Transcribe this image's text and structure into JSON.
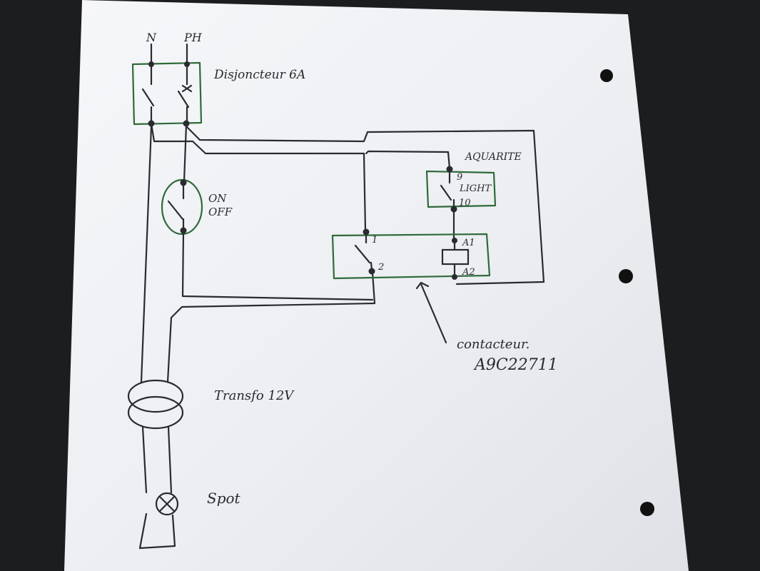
{
  "labels": {
    "neutral": "N",
    "phase": "PH",
    "breaker": "Disjoncteur 6A",
    "switch_on": "ON",
    "switch_off": "OFF",
    "aquarite": "AQUARITE",
    "light_contact_top": "9",
    "light_contact_name": "LIGHT",
    "light_contact_bottom": "10",
    "relay_terminal_1": "1",
    "relay_terminal_2": "2",
    "coil_a1": "A1",
    "coil_a2": "A2",
    "contactor_label": "contacteur.",
    "contactor_ref": "A9C22711",
    "transformer": "Transfo 12V",
    "spot": "Spot"
  },
  "colors": {
    "paper": "#f2f3f6",
    "ink": "#2a2a30",
    "marker_green": "#2f6a3a",
    "background": "#1c1d1f"
  }
}
